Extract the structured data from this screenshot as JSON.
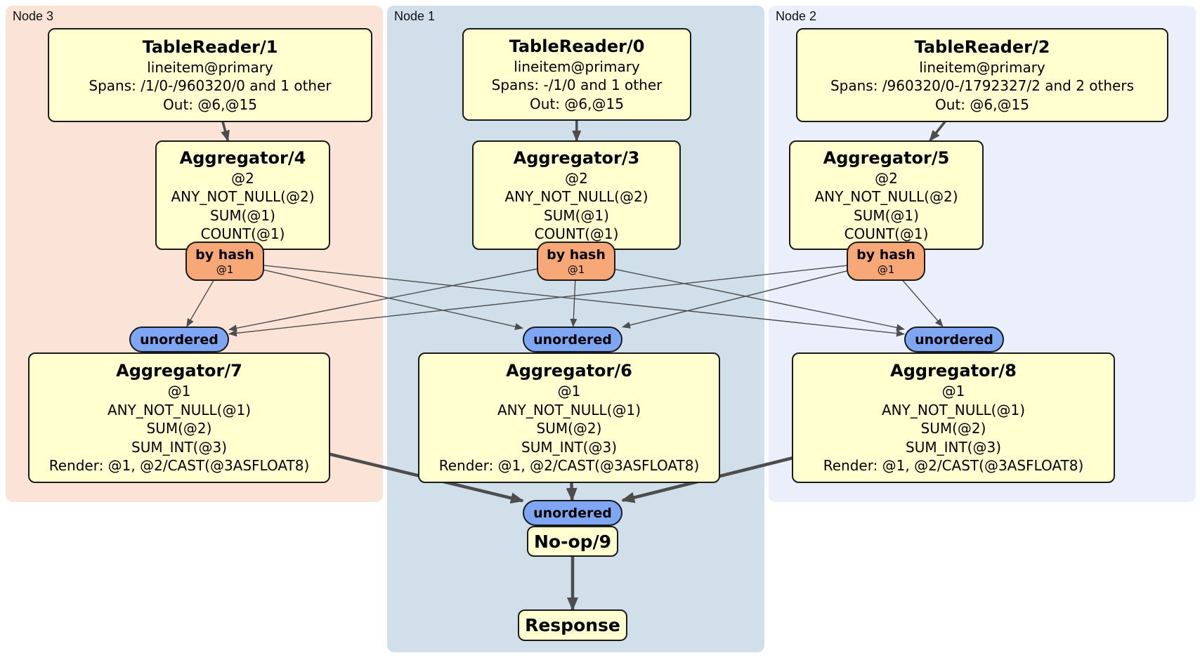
{
  "diagram": {
    "regions": [
      {
        "id": "node3",
        "label": "Node 3"
      },
      {
        "id": "node1",
        "label": "Node 1"
      },
      {
        "id": "node2",
        "label": "Node 2"
      }
    ],
    "colors": {
      "region_node3": "#fce3d7",
      "region_node1": "#d0dfe9",
      "region_node2": "#eaeffb",
      "processor_fill": "#ffffd0",
      "router_fill": "#f8a877",
      "sync_fill": "#7ea6f2",
      "edge": "#4d4d4d"
    },
    "processors": {
      "tr1": {
        "title": "TableReader/1",
        "lines": [
          "lineitem@primary",
          "Spans: /1/0-/960320/0 and 1 other",
          "Out: @6,@15"
        ]
      },
      "tr0": {
        "title": "TableReader/0",
        "lines": [
          "lineitem@primary",
          "Spans: -/1/0 and 1 other",
          "Out: @6,@15"
        ]
      },
      "tr2": {
        "title": "TableReader/2",
        "lines": [
          "lineitem@primary",
          "Spans: /960320/0-/1792327/2 and 2 others",
          "Out: @6,@15"
        ]
      },
      "agg4": {
        "title": "Aggregator/4",
        "lines": [
          "@2",
          "ANY_NOT_NULL(@2)",
          "SUM(@1)",
          "COUNT(@1)"
        ]
      },
      "agg3": {
        "title": "Aggregator/3",
        "lines": [
          "@2",
          "ANY_NOT_NULL(@2)",
          "SUM(@1)",
          "COUNT(@1)"
        ]
      },
      "agg5": {
        "title": "Aggregator/5",
        "lines": [
          "@2",
          "ANY_NOT_NULL(@2)",
          "SUM(@1)",
          "COUNT(@1)"
        ]
      },
      "agg7": {
        "title": "Aggregator/7",
        "lines": [
          "@1",
          "ANY_NOT_NULL(@1)",
          "SUM(@2)",
          "SUM_INT(@3)",
          "Render: @1, @2/CAST(@3ASFLOAT8)"
        ]
      },
      "agg6": {
        "title": "Aggregator/6",
        "lines": [
          "@1",
          "ANY_NOT_NULL(@1)",
          "SUM(@2)",
          "SUM_INT(@3)",
          "Render: @1, @2/CAST(@3ASFLOAT8)"
        ]
      },
      "agg8": {
        "title": "Aggregator/8",
        "lines": [
          "@1",
          "ANY_NOT_NULL(@1)",
          "SUM(@2)",
          "SUM_INT(@3)",
          "Render: @1, @2/CAST(@3ASFLOAT8)"
        ]
      },
      "noop": {
        "title": "No-op/9",
        "lines": []
      },
      "resp": {
        "title": "Response",
        "lines": []
      }
    },
    "routers": {
      "byhash3": {
        "label": "by hash",
        "detail": "@1"
      },
      "byhash1": {
        "label": "by hash",
        "detail": "@1"
      },
      "byhash2": {
        "label": "by hash",
        "detail": "@1"
      }
    },
    "syncs": {
      "uno3": {
        "label": "unordered"
      },
      "uno1": {
        "label": "unordered"
      },
      "uno2": {
        "label": "unordered"
      },
      "unoF": {
        "label": "unordered"
      }
    },
    "edges": [
      {
        "from": "tr1",
        "to": "agg4",
        "kind": "mid"
      },
      {
        "from": "tr0",
        "to": "agg3",
        "kind": "mid"
      },
      {
        "from": "tr2",
        "to": "agg5",
        "kind": "mid"
      },
      {
        "from": "byhash3",
        "to": "uno3",
        "kind": "thin"
      },
      {
        "from": "byhash3",
        "to": "uno1",
        "kind": "thin"
      },
      {
        "from": "byhash3",
        "to": "uno2",
        "kind": "thin"
      },
      {
        "from": "byhash1",
        "to": "uno3",
        "kind": "thin"
      },
      {
        "from": "byhash1",
        "to": "uno1",
        "kind": "thin"
      },
      {
        "from": "byhash1",
        "to": "uno2",
        "kind": "thin"
      },
      {
        "from": "byhash2",
        "to": "uno3",
        "kind": "thin"
      },
      {
        "from": "byhash2",
        "to": "uno1",
        "kind": "thin"
      },
      {
        "from": "byhash2",
        "to": "uno2",
        "kind": "thin"
      },
      {
        "from": "agg7",
        "to": "unoF",
        "kind": "thick"
      },
      {
        "from": "agg6",
        "to": "unoF",
        "kind": "thick"
      },
      {
        "from": "agg8",
        "to": "unoF",
        "kind": "thick"
      },
      {
        "from": "noop",
        "to": "resp",
        "kind": "thick"
      }
    ]
  }
}
